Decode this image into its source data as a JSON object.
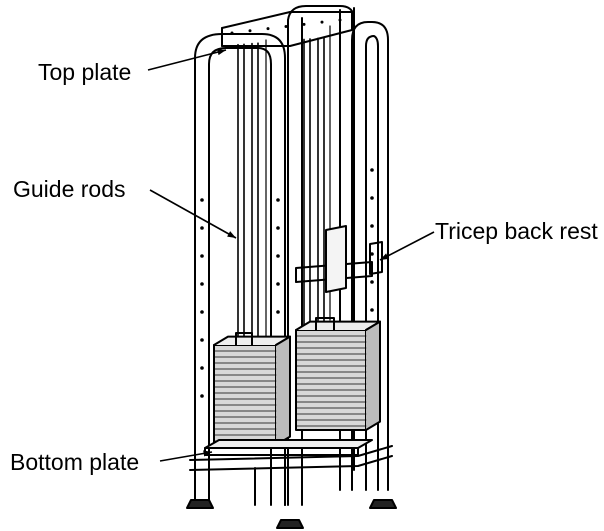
{
  "labels": {
    "top_plate": "Top plate",
    "guide_rods": "Guide rods",
    "tricep_back_rest": "Tricep back rest",
    "bottom_plate": "Bottom plate"
  },
  "colors": {
    "line": "#000000",
    "background": "#ffffff",
    "plate_shade": "#d8d8d8"
  }
}
